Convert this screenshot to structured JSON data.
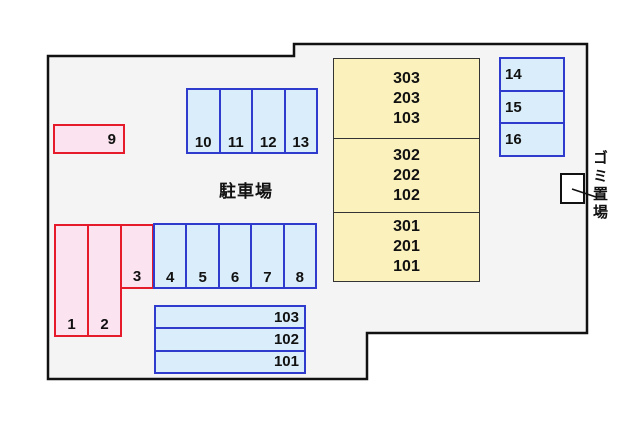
{
  "labels": {
    "parking_lot": "駐車場",
    "trash_area": "ゴミ置場"
  },
  "parking": {
    "space_9": "9",
    "space_1": "1",
    "space_2": "2",
    "space_3": "3",
    "row_10_13": [
      "10",
      "11",
      "12",
      "13"
    ],
    "row_4_8": [
      "4",
      "5",
      "6",
      "7",
      "8"
    ],
    "column_14_16": [
      "14",
      "15",
      "16"
    ]
  },
  "building": {
    "stacks": [
      {
        "lines": [
          "303",
          "203",
          "103"
        ]
      },
      {
        "lines": [
          "302",
          "202",
          "102"
        ]
      },
      {
        "lines": [
          "301",
          "201",
          "101"
        ]
      }
    ],
    "unit_rows": [
      "103",
      "102",
      "101"
    ]
  },
  "colors": {
    "interior_fill": "#f4f4f4",
    "boundary_color": "#111111",
    "pink_fill": "#fbe3ef",
    "red_border": "#e51a2b",
    "blue_fill": "#d9eefa",
    "blue_border": "#2e3bcc",
    "yellow_fill": "#faf1bc",
    "yellow_border": "#333333"
  }
}
